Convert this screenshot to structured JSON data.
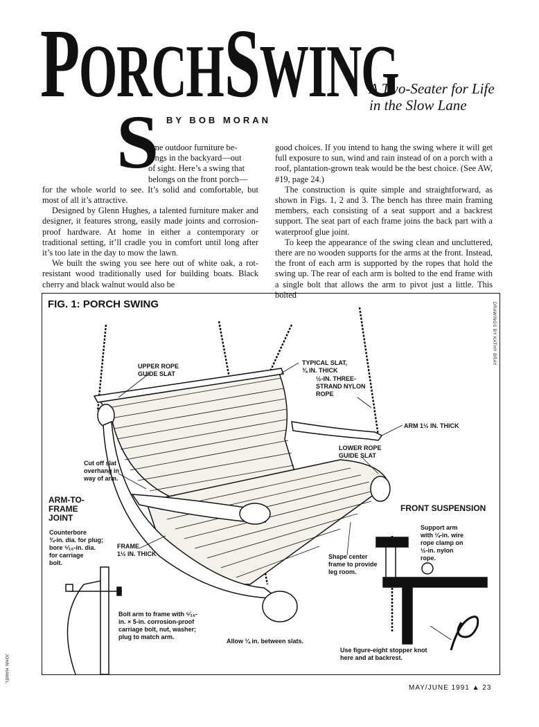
{
  "article": {
    "title_p": "P",
    "title_orch": "ORCH",
    "title_s": "S",
    "title_wing": "WING",
    "subtitle_line1": "A Two-Seater for Life",
    "subtitle_line2": "in the Slow Lane",
    "byline": "BY BOB MORAN",
    "dropcap": "S",
    "col1_p1_l1": "ome outdoor furniture be-",
    "col1_p1_l2": "longs in the backyard—out",
    "col1_p1_l3": "of sight. Here’s a swing that",
    "col1_p1_l4": "belongs on the front porch—",
    "col1_p1_rest": "for the whole world to see. It’s solid and comfortable, but most of all it’s attractive.",
    "col1_p2": "Designed by Glenn Hughes, a talented furniture maker and designer, it features strong, easily made joints and corrosion-proof hardware. At home in either a contemporary or traditional setting, it’ll cradle you in comfort until long after it’s too late in the day to mow the lawn.",
    "col1_p3": "We built the swing you see here out of white oak, a rot-resistant wood traditionally used for building boats. Black cherry and black walnut would also be",
    "col2_p1": "good choices. If you intend to hang the swing where it will get full exposure to sun, wind and rain instead of on a porch with a roof, plantation-grown teak would be the best choice. (See AW, #19, page 24.)",
    "col2_p2": "The construction is quite simple and straightforward, as shown in Figs. 1, 2 and 3. The bench has three main framing members, each consisting of a seat support and a backrest support. The seat part of each frame joins the back part with a waterproof glue joint.",
    "col2_p3": "To keep the appearance of the swing clean and uncluttered, there are no wooden supports for the arms at the front. Instead, the front of each arm is supported by the ropes that hold the swing up. The rear of each arm is bolted to the end frame with a single bolt that allows the arm to pivot just a little. This bolted"
  },
  "figure": {
    "title": "FIG. 1: PORCH SWING",
    "credit": "DRAWINGS BY KATHY BRAY",
    "labels": {
      "upper_rope": [
        "UPPER ROPE",
        "GUIDE SLAT"
      ],
      "typical_slat": [
        "TYPICAL SLAT,",
        "¾ IN. THICK"
      ],
      "nylon_rope": [
        "½-IN. THREE-",
        "STRAND NYLON",
        "ROPE"
      ],
      "arm": "ARM 1½ IN. THICK",
      "lower_rope": [
        "LOWER ROPE",
        "GUIDE SLAT"
      ],
      "cut_off": [
        "Cut off slat",
        "overhang in",
        "way of arm."
      ],
      "frame": [
        "FRAME",
        "1½ IN. THICK"
      ],
      "shape_center": [
        "Shape center",
        "frame to provide",
        "leg room."
      ],
      "support_arm": [
        "Support arm",
        "with ¼-in. wire",
        "rope clamp on",
        "½-in. nylon",
        "rope."
      ],
      "bolt_arm": [
        "Bolt arm to frame with ⁵⁄₁₆-",
        "in. × 5-in. corrosion-proof",
        "carriage bolt, nut, washer;",
        "plug to match arm."
      ],
      "allow": "Allow ¼ in. between slats.",
      "figure_eight": [
        "Use figure-eight stopper knot",
        "here and at backrest."
      ],
      "counterbore": [
        "Counterbore",
        "¾-in. dia. for plug;",
        "bore ⁵⁄₁₆-in. dia.",
        "for carriage",
        "bolt."
      ]
    },
    "arm_joint_head": [
      "ARM-TO-",
      "FRAME",
      "JOINT"
    ],
    "front_suspension_head": "FRONT SUSPENSION"
  },
  "photo_credit": "JOHN HAMEL",
  "footer": "MAY/JUNE 1991 ▲ 23",
  "colors": {
    "ink": "#111111",
    "wood_light": "#f4f1ea",
    "paper": "#ffffff"
  }
}
